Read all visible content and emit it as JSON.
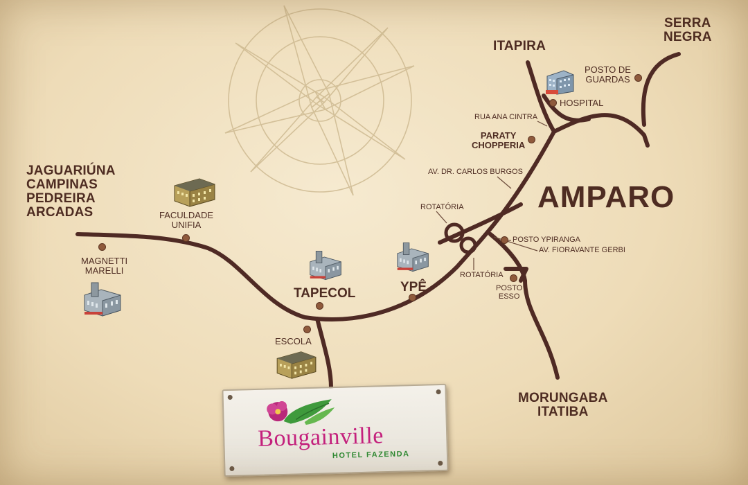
{
  "colors": {
    "road": "#4f2a24",
    "text": "#4e2c22",
    "poi_dot": "#8f5a3c",
    "compass": "#c9b48a",
    "brand_pink": "#c4217d",
    "brand_green": "#2e8a33"
  },
  "icons": {
    "compass": "compass-rose-icon",
    "hospital": "hospital-building-icon",
    "university": "university-building-icon",
    "school": "school-building-icon",
    "factory": "factory-building-icon"
  },
  "cities": {
    "itapira": "ITAPIRA",
    "serra_negra": "SERRA\nNEGRA",
    "amparo": "AMPARO",
    "west_cities": "JAGUARIÚNA\nCAMPINAS\nPEDREIRA\nARCADAS",
    "south_cities": "MORUNGABA\nITATIBA"
  },
  "places": {
    "posto_guardas": "POSTO DE\nGUARDAS",
    "hospital": "HOSPITAL",
    "paraty": "PARATY\nCHOPPERIA",
    "faculdade": "FACULDADE\nUNIFIA",
    "magnetti": "MAGNETTI\nMARELLI",
    "tapecol": "TAPECOL",
    "ype": "YPÊ",
    "escola": "ESCOLA",
    "posto_ypiranga": "POSTO YPIRANGA",
    "posto_esso": "POSTO\nESSO"
  },
  "streets": {
    "rua_ana_cintra": "RUA ANA CINTRA",
    "av_carlos_burgos": "AV. DR. CARLOS BURGOS",
    "av_fioravante": "AV. FIORAVANTE GERBI",
    "rotatoria_1": "ROTATÓRIA",
    "rotatoria_2": "ROTATÓRIA"
  },
  "brand": {
    "name": "Bougainville",
    "subtitle": "HOTEL FAZENDA"
  }
}
